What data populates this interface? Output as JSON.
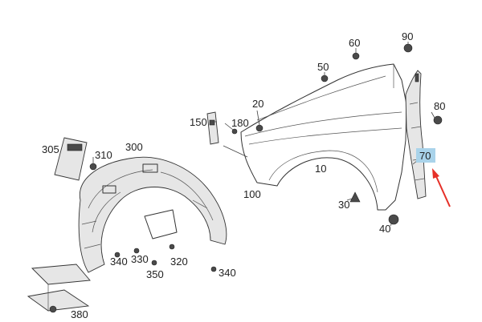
{
  "diagram": {
    "labels": {
      "p10": "10",
      "p20": "20",
      "p30": "30",
      "p40": "40",
      "p50": "50",
      "p60": "60",
      "p70": "70",
      "p80": "80",
      "p90": "90",
      "p100": "100",
      "p150": "150",
      "p180": "180",
      "p300": "300",
      "p305": "305",
      "p310": "310",
      "p320": "320",
      "p330": "330",
      "p340a": "340",
      "p340b": "340",
      "p350": "350",
      "p380": "380"
    },
    "colors": {
      "highlight": "#a9d3ea",
      "arrow": "#e63028",
      "line": "#333333"
    }
  }
}
